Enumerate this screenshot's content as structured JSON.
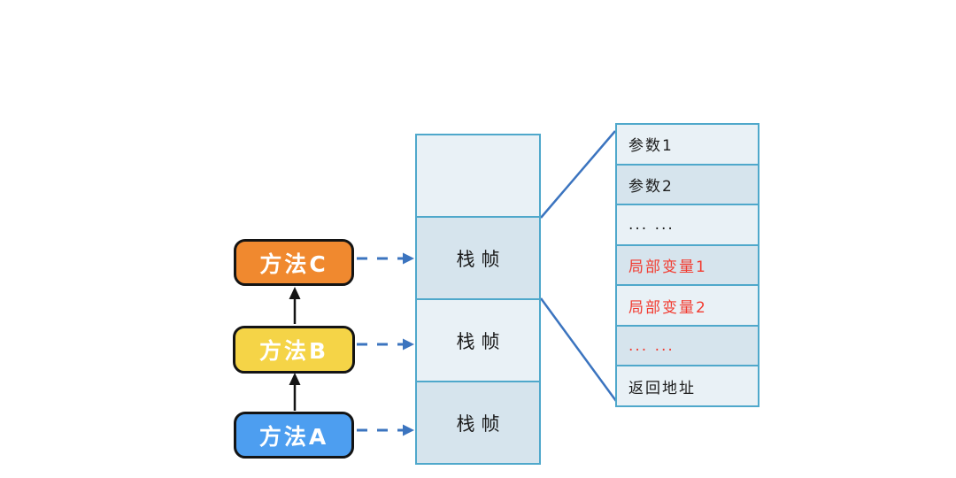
{
  "methods": [
    {
      "label": "方法C",
      "color": "#f0892f"
    },
    {
      "label": "方法B",
      "color": "#f5d447"
    },
    {
      "label": "方法A",
      "color": "#4d9ef0"
    }
  ],
  "stack": {
    "cells": [
      {
        "label": ""
      },
      {
        "label": "栈帧"
      },
      {
        "label": "栈帧"
      },
      {
        "label": "栈帧"
      }
    ]
  },
  "frame_detail": {
    "rows": [
      {
        "label": "参数1",
        "text_color": "#1c1c1c"
      },
      {
        "label": "参数2",
        "text_color": "#1c1c1c"
      },
      {
        "label": "... ...",
        "text_color": "#1c1c1c"
      },
      {
        "label": "局部变量1",
        "text_color": "#f23b30"
      },
      {
        "label": "局部变量2",
        "text_color": "#f23b30"
      },
      {
        "label": "... ...",
        "text_color": "#f23b30"
      },
      {
        "label": "返回地址",
        "text_color": "#1c1c1c"
      }
    ]
  },
  "colors": {
    "box_border_teal": "#4fa8cb",
    "cell_fill_light": "#e9f1f6",
    "cell_fill_dark": "#d6e4ed",
    "arrow_blue": "#3b74bf",
    "call_arrow_black": "#141414",
    "local_variable_red": "#f23b30"
  }
}
